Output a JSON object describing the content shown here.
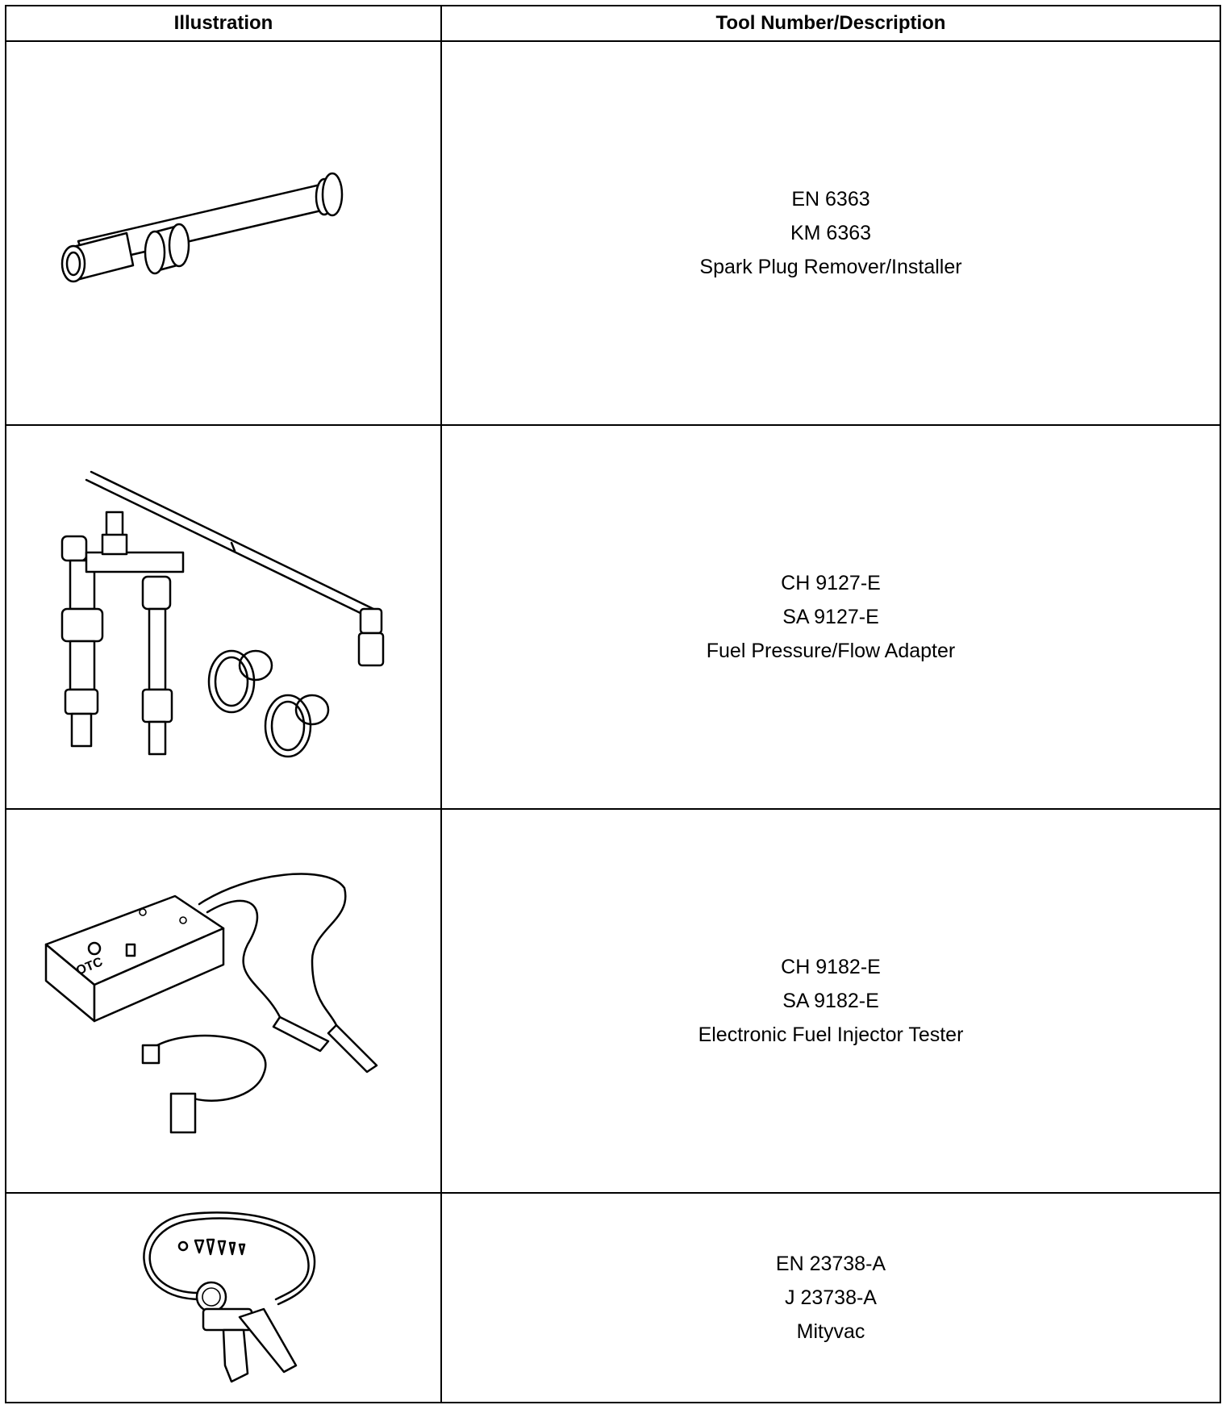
{
  "table": {
    "headers": {
      "illustration": "Illustration",
      "description": "Tool Number/Description"
    },
    "rows": [
      {
        "icon": "spark-plug-remover-illustration",
        "lines": [
          "EN 6363",
          "KM 6363",
          "Spark Plug Remover/Installer"
        ]
      },
      {
        "icon": "fuel-pressure-adapter-illustration",
        "lines": [
          "CH 9127-E",
          "SA 9127-E",
          "Fuel Pressure/Flow Adapter"
        ]
      },
      {
        "icon": "fuel-injector-tester-illustration",
        "lines": [
          "CH 9182-E",
          "SA 9182-E",
          "Electronic Fuel Injector Tester"
        ]
      },
      {
        "icon": "mityvac-illustration",
        "lines": [
          "EN 23738-A",
          "J 23738-A",
          "Mityvac"
        ]
      }
    ]
  },
  "illustration_text": {
    "tester_brand": "OTC"
  }
}
